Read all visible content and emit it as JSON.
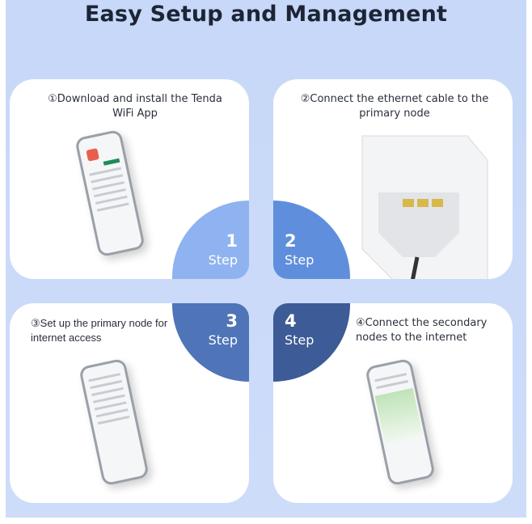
{
  "title": "Easy Setup and Management",
  "steps": [
    {
      "number": "1",
      "label": "Step",
      "caption": "①Download and install the Tenda WiFi App",
      "color": "#8fb3f0"
    },
    {
      "number": "2",
      "label": "Step",
      "caption": "②Connect the ethernet cable to the primary node",
      "color": "#5f8fdc"
    },
    {
      "number": "3",
      "label": "Step",
      "caption": "③Set up the primary node for internet access",
      "color": "#4f74b8"
    },
    {
      "number": "4",
      "label": "Step",
      "caption": "④Connect the secondary nodes to the internet",
      "color": "#3d5b96"
    }
  ]
}
